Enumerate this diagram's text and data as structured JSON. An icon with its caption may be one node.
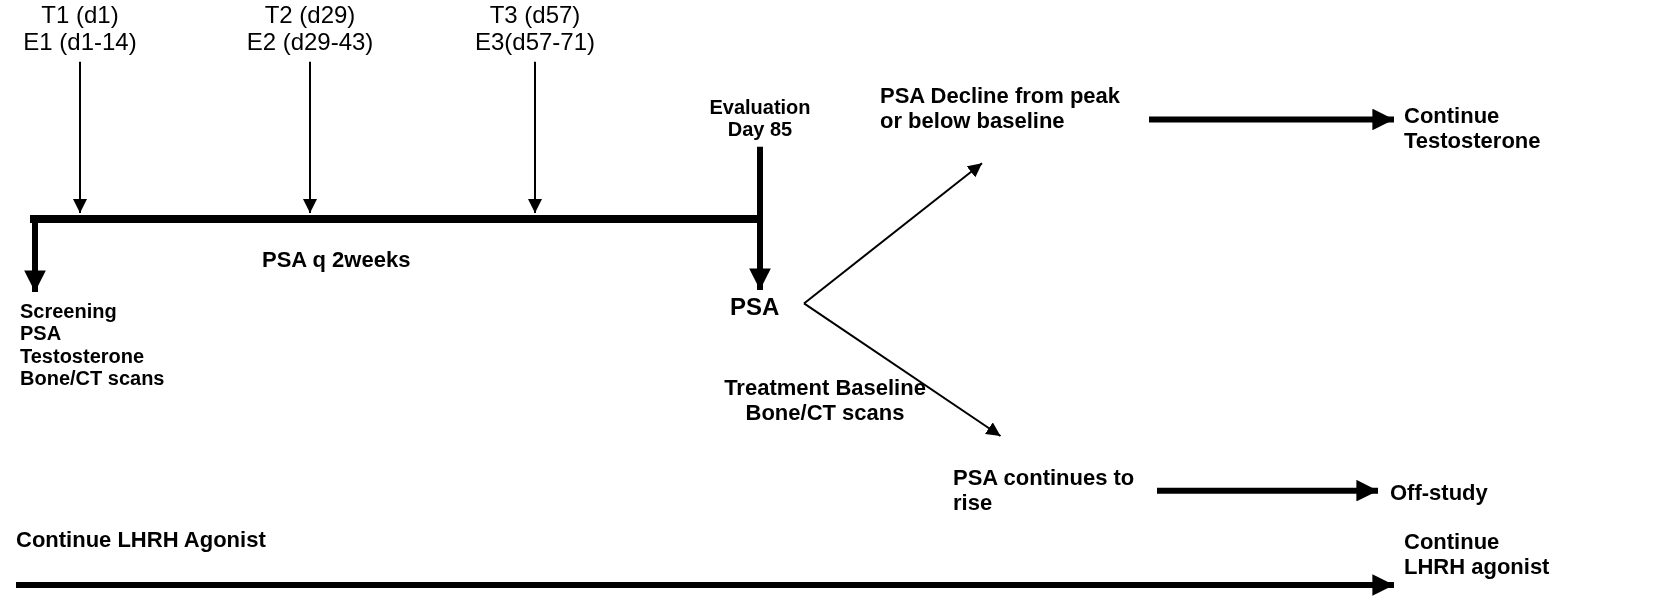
{
  "diagram": {
    "nodes": [
      {
        "text": [
          "T1 (d1)",
          "E1 (d1-14)"
        ]
      },
      {
        "text": [
          "T2 (d29)",
          "E2 (d29-43)"
        ]
      },
      {
        "text": [
          "T3 (d57)",
          "E3(d57-71)"
        ]
      },
      {
        "text": [
          "Evaluation Day 85"
        ]
      },
      {
        "text": [],
        "shape": "bar"
      },
      {
        "text": [
          "Screening",
          "PSA",
          "Testosterone",
          "Bone/CT scans"
        ]
      },
      {
        "text": [
          "PSA"
        ]
      },
      {
        "text": [
          "PSA Decline from peak or below baseline"
        ]
      },
      {
        "text": [
          "Continue Testosterone"
        ]
      },
      {
        "text": [
          "PSA continues to rise"
        ]
      },
      {
        "text": [
          "Off-study"
        ]
      },
      {
        "text": [
          "Continue LHRH agonist"
        ]
      }
    ],
    "edges": [
      {
        "from": 0,
        "to": 4,
        "arrow": "to"
      },
      {
        "from": 1,
        "to": 4,
        "arrow": "to"
      },
      {
        "from": 2,
        "to": 4,
        "arrow": "to"
      },
      {
        "from": 4,
        "to": 5,
        "arrow": "to",
        "style": "thick"
      },
      {
        "from": 3,
        "to": 6,
        "arrow": "to",
        "style": "thick"
      },
      {
        "from": 6,
        "to": 7,
        "arrow": "to"
      },
      {
        "from": 6,
        "to": 9,
        "arrow": "to"
      },
      {
        "from": 7,
        "to": 8,
        "arrow": "to",
        "style": "thick"
      },
      {
        "from": 9,
        "to": 10,
        "arrow": "to",
        "style": "thick"
      },
      {
        "from": null,
        "to": 11,
        "arrow": "to",
        "style": "thick",
        "label": "Continue LHRH Agonist"
      }
    ],
    "labels": [
      "PSA q 2weeks",
      "Treatment Baseline Bone/CT scans"
    ]
  }
}
